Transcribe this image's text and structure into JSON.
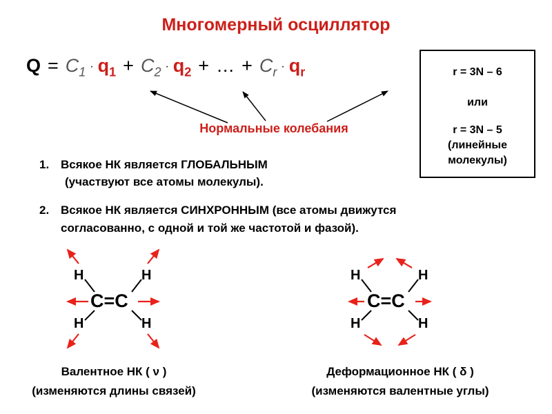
{
  "title": "Многомерный осциллятор",
  "formula": {
    "lhs": "Q",
    "eq": "=",
    "c1": "C",
    "c1_sub": "1",
    "q1": "q",
    "q1_sub": "1",
    "plus": "+",
    "c2": "C",
    "c2_sub": "2",
    "q2": "q",
    "q2_sub": "2",
    "ellipsis": "…",
    "cr": "C",
    "cr_sub": "r",
    "qr": "q",
    "qr_sub": "r",
    "dot": "·"
  },
  "normal_modes_label": "Нормальные колебания",
  "box": {
    "line1": "r  =  3N – 6",
    "or": "или",
    "line2": "r  =  3N – 5",
    "line3": "(линейные",
    "line4": "молекулы)"
  },
  "points": [
    {
      "num": "1.",
      "line1": "Всякое НК является ГЛОБАЛЬНЫМ",
      "line2": "(участвуют все атомы молекулы)."
    },
    {
      "num": "2.",
      "line1": "Всякое НК является СИНХРОННЫМ (все атомы движутся",
      "line2": "согласованно, с одной и той же частотой и фазой)."
    }
  ],
  "molecule": {
    "h": "H",
    "cc": "C=C"
  },
  "left_caption": {
    "line1": "Валентное НК  ( ν )",
    "line2": "(изменяются длины связей)"
  },
  "right_caption": {
    "line1": "Деформационное НК  ( δ )",
    "line2": "(изменяются валентные углы)"
  },
  "colors": {
    "accent": "#cc1f1a",
    "arrow": "#e8221b"
  }
}
